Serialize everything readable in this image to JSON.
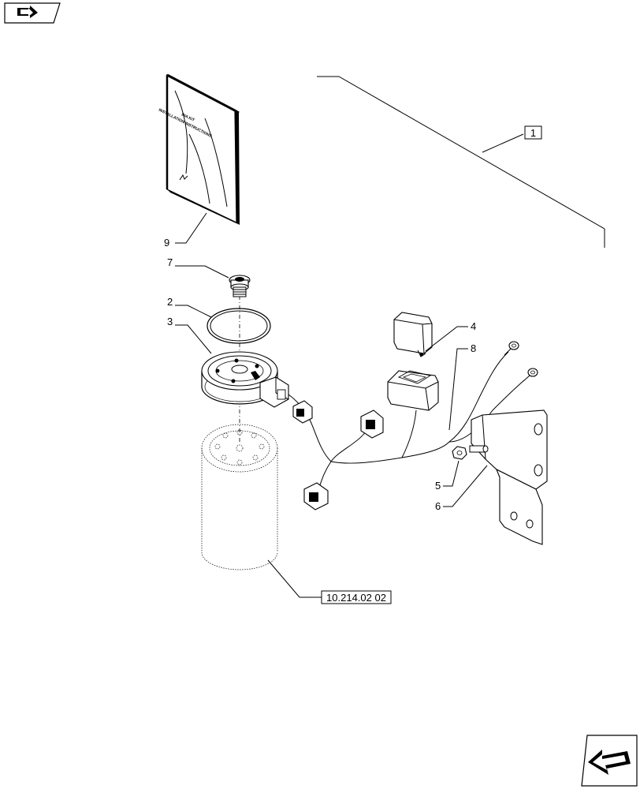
{
  "diagram": {
    "kit_reference_number": "1",
    "filter_reference": "10.214.02 02",
    "booklet_title_line1": "DIA KIT",
    "booklet_title_line2": "INSTALLATION INSTRUCTIONS",
    "callouts": {
      "c2": "2",
      "c3": "3",
      "c4": "4",
      "c5": "5",
      "c6": "6",
      "c7": "7",
      "c8": "8",
      "c9": "9"
    }
  },
  "nav": {
    "top_icon": "arrow-right-icon",
    "bottom_icon": "arrow-left-icon"
  }
}
